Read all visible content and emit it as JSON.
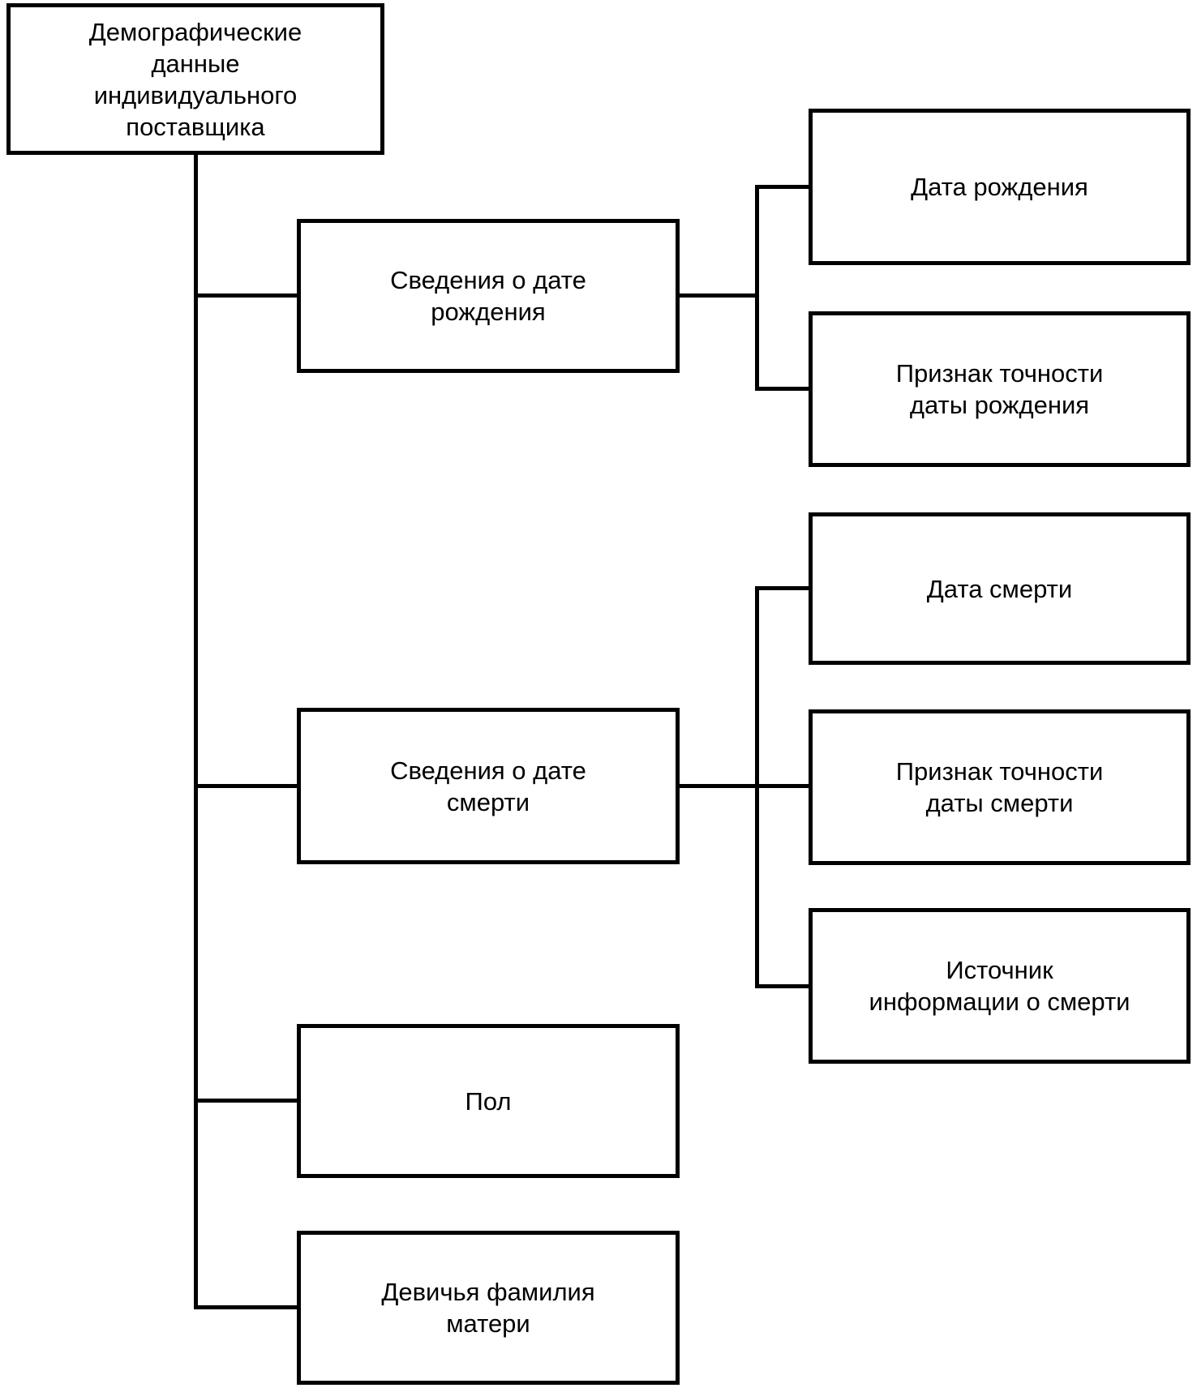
{
  "diagram": {
    "nodes": {
      "root": {
        "label": "Демографические\nданные\nиндивидуального\nпоставщика"
      },
      "birth_info": {
        "label": "Сведения о дате\nрождения"
      },
      "birth_date": {
        "label": "Дата рождения"
      },
      "birth_accuracy": {
        "label": "Признак точности\nдаты рождения"
      },
      "death_info": {
        "label": "Сведения о дате\nсмерти"
      },
      "death_date": {
        "label": "Дата смерти"
      },
      "death_accuracy": {
        "label": "Признак точности\nдаты смерти"
      },
      "death_source": {
        "label": "Источник\nинформации о смерти"
      },
      "sex": {
        "label": "Пол"
      },
      "mother_maiden_name": {
        "label": "Девичья фамилия\nматери"
      }
    },
    "edges": [
      {
        "from": "root",
        "to": "birth_info"
      },
      {
        "from": "root",
        "to": "death_info"
      },
      {
        "from": "root",
        "to": "sex"
      },
      {
        "from": "root",
        "to": "mother_maiden_name"
      },
      {
        "from": "birth_info",
        "to": "birth_date"
      },
      {
        "from": "birth_info",
        "to": "birth_accuracy"
      },
      {
        "from": "death_info",
        "to": "death_date"
      },
      {
        "from": "death_info",
        "to": "death_accuracy"
      },
      {
        "from": "death_info",
        "to": "death_source"
      }
    ],
    "colors": {
      "line": "#000000",
      "box_border": "#000000",
      "box_fill": "#ffffff",
      "text": "#000000",
      "background": "#ffffff"
    }
  }
}
